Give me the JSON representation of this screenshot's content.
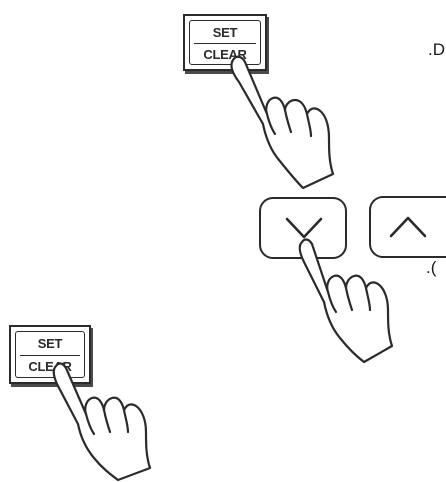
{
  "set_clear_button_top": {
    "top_label": "SET",
    "bottom_label": "CLEAR"
  },
  "set_clear_button_bottom": {
    "top_label": "SET",
    "bottom_label": "CLEAR"
  },
  "arrow_keys": {
    "down_icon": "chevron-down-icon",
    "up_icon": "chevron-up-icon"
  },
  "text_fragments": {
    "first": ".D",
    "second": ".("
  }
}
